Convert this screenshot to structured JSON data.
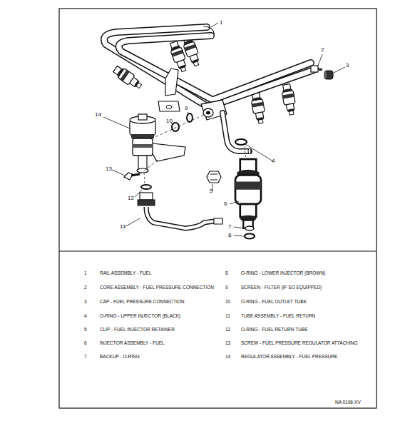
{
  "diagram": {
    "labels": [
      "1",
      "2",
      "3",
      "14",
      "9",
      "10",
      "4",
      "13",
      "12",
      "5",
      "6",
      "11",
      "7",
      "8",
      "1",
      "RAIL ASSEMBLY - FUEL",
      "2",
      "CORE ASSEMBLY - FUEL PRESSURE CONNECTION",
      "3",
      "CAP - FUEL PRESSURE CONNECTION",
      "4",
      "O-RING - UPPER INJECTOR (BLACK)",
      "5",
      "CLIP - FUEL INJECTOR RETAINER",
      "6",
      "INJECTOR ASSEMBLY - FUEL",
      "7",
      "BACKUP - O-RING",
      "8",
      "O-RING - LOWER INJECTOR (BROWN)",
      "9",
      "SCREEN - FILTER (IF SO EQUIPPED)",
      "10",
      "O-RING - FUEL OUTLET TUBE",
      "11",
      "TUBE ASSEMBLY - FUEL RETURN",
      "12",
      "O-RING - FUEL RETURN TUBE",
      "13",
      "SCREW - FUEL PRESSURE REGULATOR ATTACHING",
      "14",
      "REGULATOR ASSEMBLY - FUEL PRESSURE",
      "NA 0196-XV"
    ]
  }
}
